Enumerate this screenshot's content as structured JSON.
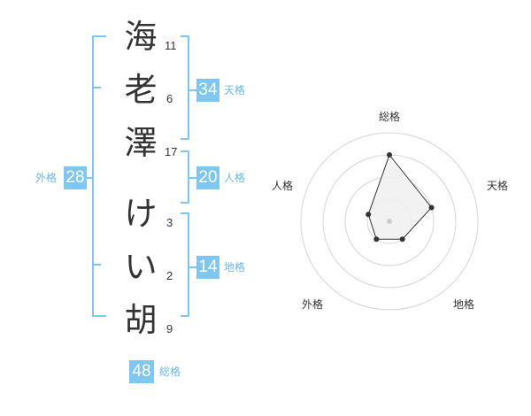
{
  "name": {
    "characters": [
      {
        "char": "海",
        "strokes": "11"
      },
      {
        "char": "老",
        "strokes": "6"
      },
      {
        "char": "澤",
        "strokes": "17"
      },
      {
        "char": "け",
        "strokes": "3"
      },
      {
        "char": "い",
        "strokes": "2"
      },
      {
        "char": "胡",
        "strokes": "9"
      }
    ]
  },
  "kakusu": {
    "tenkaku": {
      "value": "34",
      "label": "天格"
    },
    "jinkaku": {
      "value": "20",
      "label": "人格"
    },
    "chikaku": {
      "value": "14",
      "label": "地格"
    },
    "gaikaku": {
      "value": "28",
      "label": "外格"
    },
    "soukaku": {
      "value": "48",
      "label": "総格"
    }
  },
  "radar": {
    "axis_labels": {
      "soukaku": "総格",
      "tenkaku": "天格",
      "chikaku": "地格",
      "gaikaku": "外格",
      "jinkaku": "人格"
    },
    "max": 4,
    "values": {
      "soukaku": 3,
      "tenkaku": 2,
      "chikaku": 1,
      "gaikaku": 1,
      "jinkaku": 1
    },
    "fill_color": "#f0f0f0",
    "line_color": "#333333",
    "bracket_color": "#7fc6f0"
  }
}
